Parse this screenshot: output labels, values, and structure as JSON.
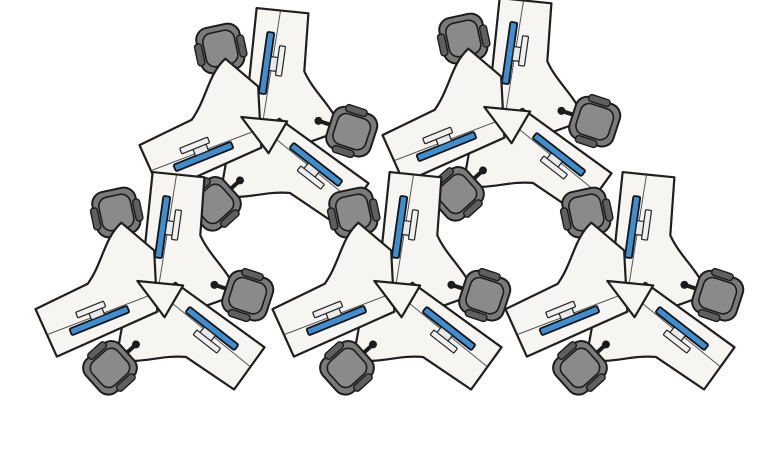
{
  "scene": {
    "background": "#ffffff",
    "desk_color": "#f6f5f1",
    "outline_color": "#1f1f1f",
    "monitor_color": "#3f8fd0",
    "chair_color": "#7a7a7a"
  },
  "clusters": [
    {
      "id": "cluster-1"
    },
    {
      "id": "cluster-2"
    },
    {
      "id": "cluster-3"
    },
    {
      "id": "cluster-4"
    },
    {
      "id": "cluster-5"
    }
  ]
}
